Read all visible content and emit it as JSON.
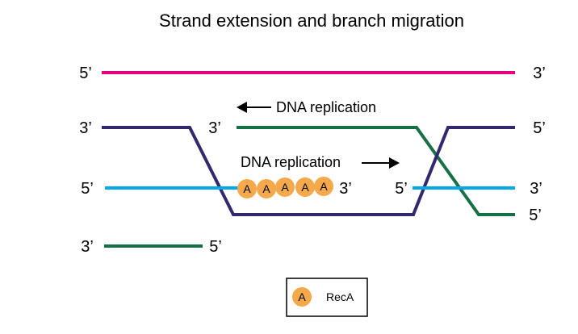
{
  "title": "Strand extension and branch migration",
  "colors": {
    "magenta": "#e5007e",
    "navy": "#33286e",
    "green": "#157145",
    "cyan": "#00a8e8",
    "recA_fill": "#f5a94a",
    "black": "#000000"
  },
  "ends": {
    "magenta_left": "5’",
    "magenta_right": "3’",
    "navy_left": "3’",
    "navy_right": "5’",
    "green_top_left": "3’",
    "cyan_left": "5’",
    "cyan_mid_right": "3’",
    "cyan_right_left": "5’",
    "cyan_right": "3’",
    "green_right": "5’",
    "green_bottom_left": "3’",
    "green_bottom_right": "5’"
  },
  "labels": {
    "replication_top": "DNA replication",
    "replication_mid": "DNA replication"
  },
  "recA": {
    "letter": "A",
    "count": 5
  },
  "legend": {
    "symbol": "A",
    "label": "RecA"
  }
}
